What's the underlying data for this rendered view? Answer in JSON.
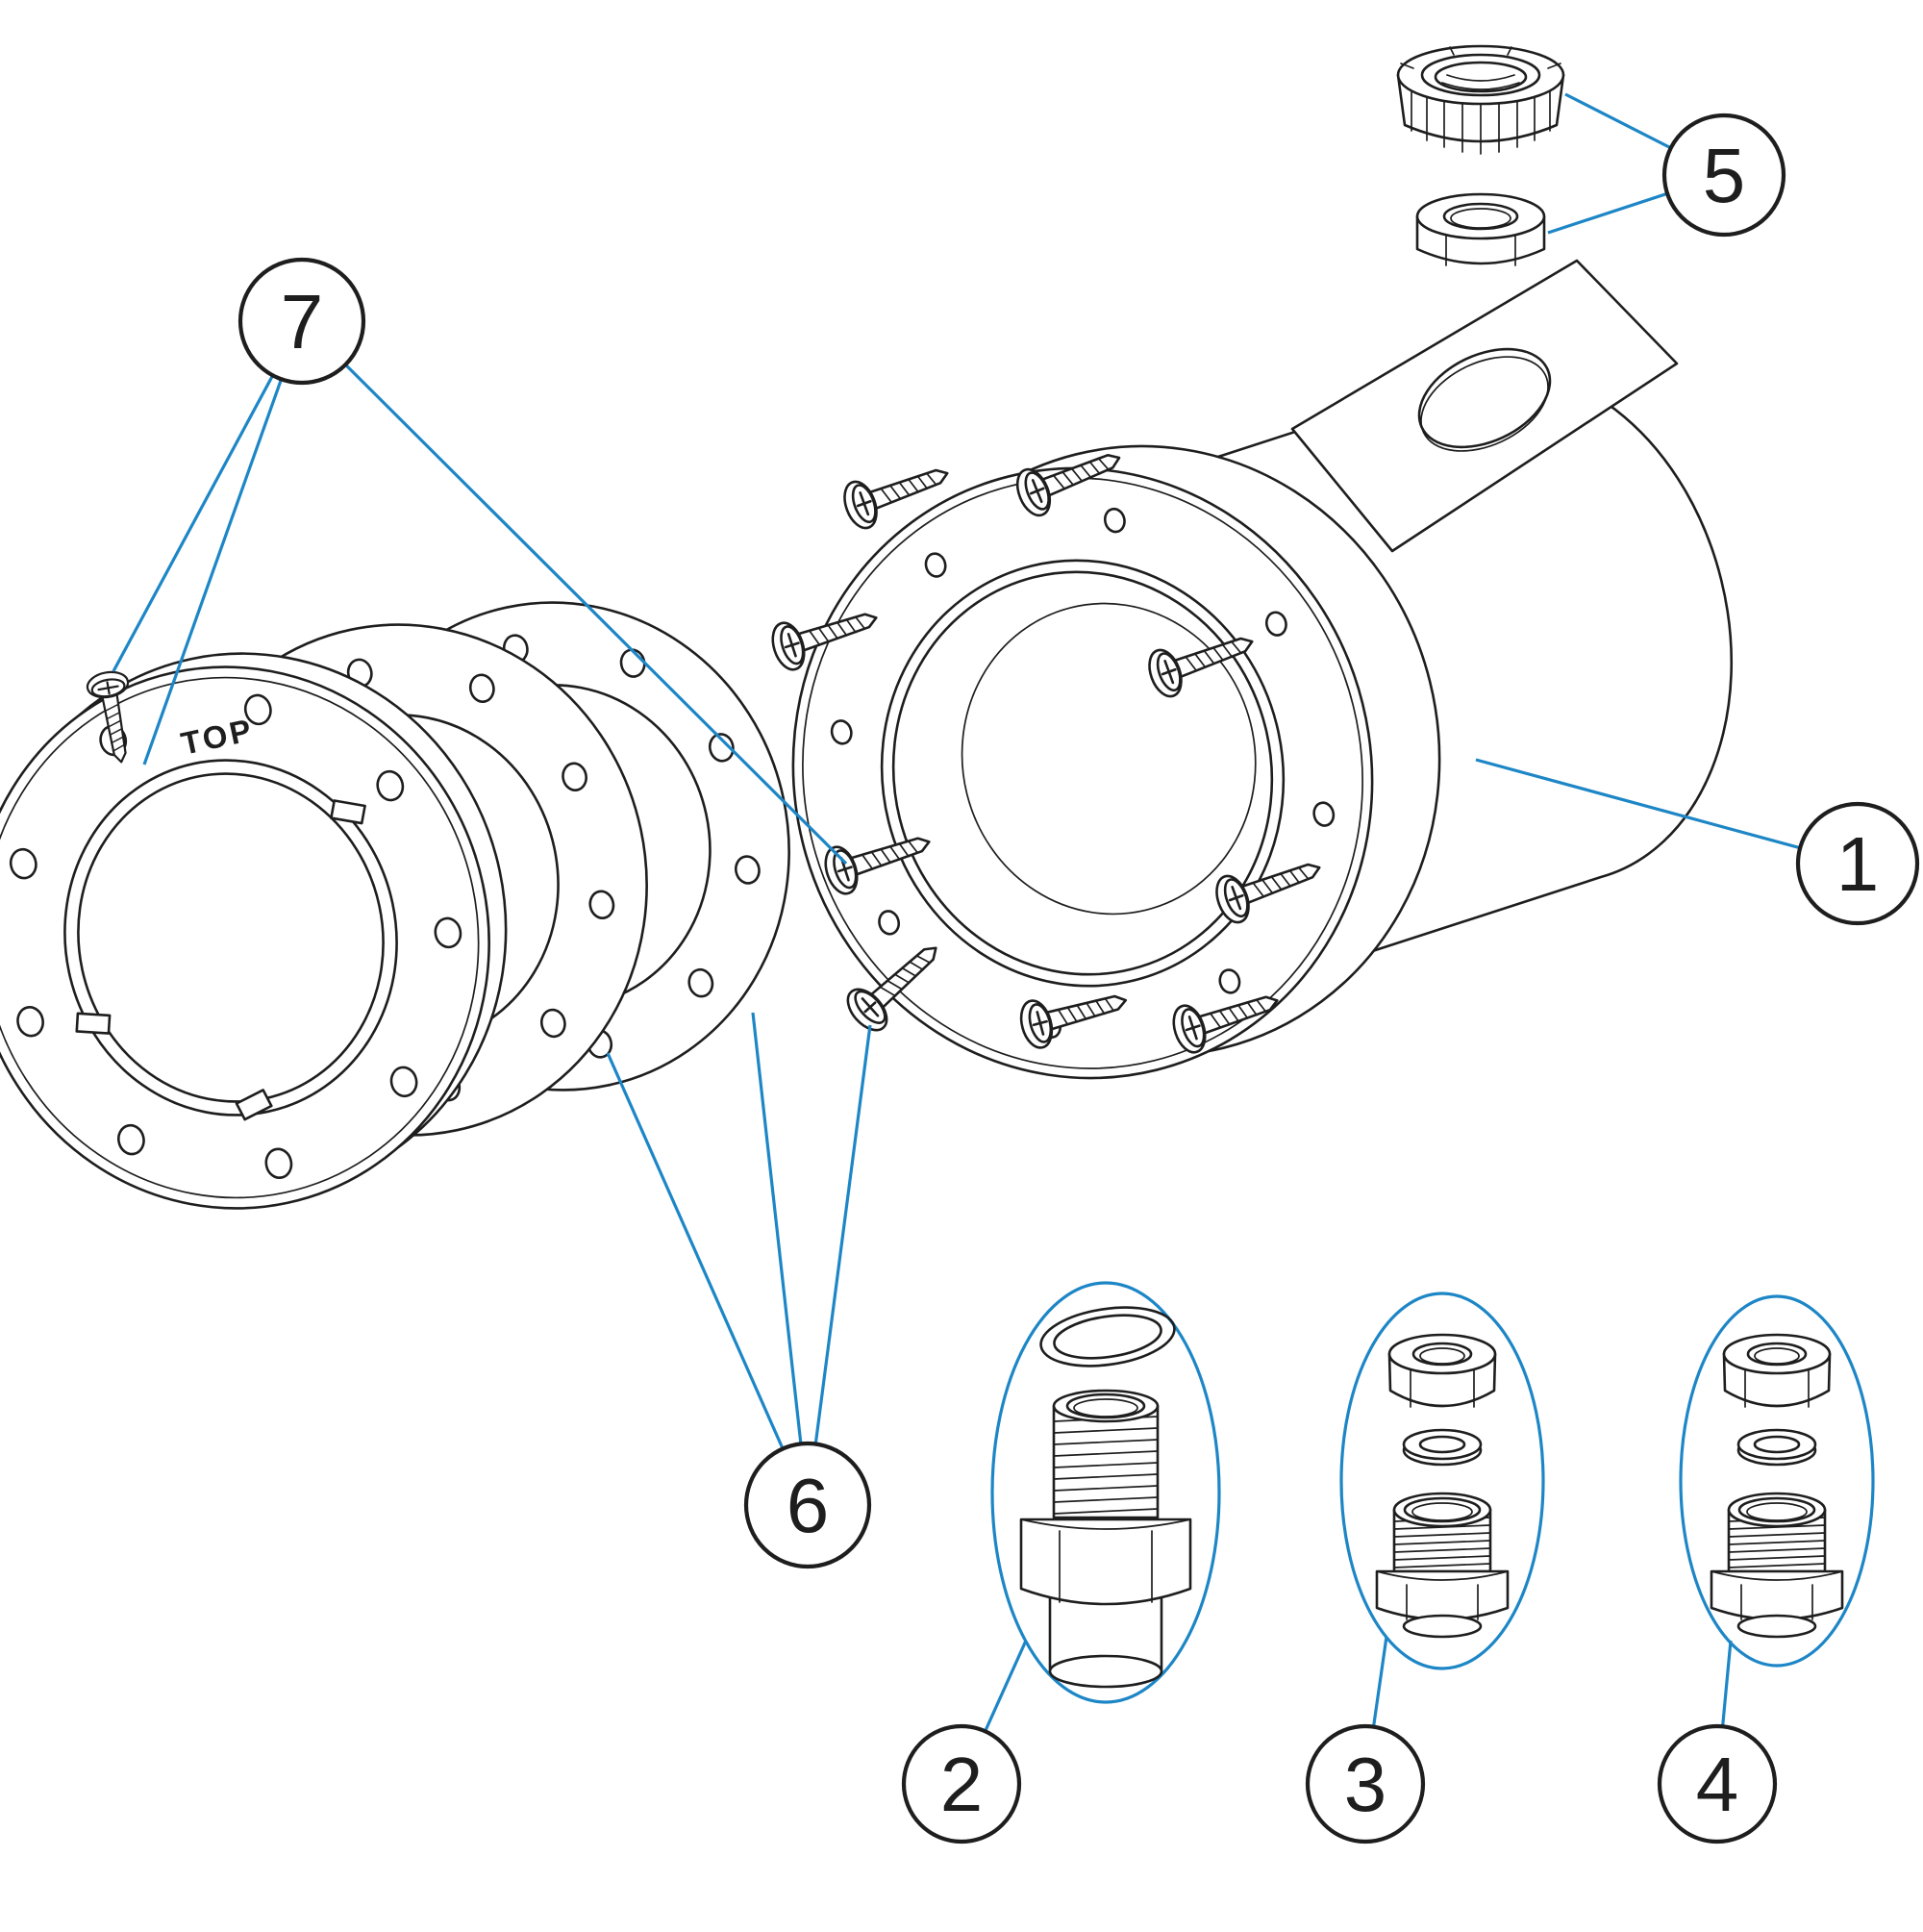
{
  "diagram": {
    "type": "exploded-parts-diagram",
    "colors": {
      "line": "#1e1e1e",
      "leader": "#1d86c6",
      "background": "#ffffff",
      "callout_fill": "#ffffff"
    },
    "callouts": {
      "c1": {
        "label": "1"
      },
      "c2": {
        "label": "2"
      },
      "c3": {
        "label": "3"
      },
      "c4": {
        "label": "4"
      },
      "c5": {
        "label": "5"
      },
      "c6": {
        "label": "6"
      },
      "c7": {
        "label": "7"
      }
    },
    "markings": {
      "top": "TOP"
    }
  }
}
